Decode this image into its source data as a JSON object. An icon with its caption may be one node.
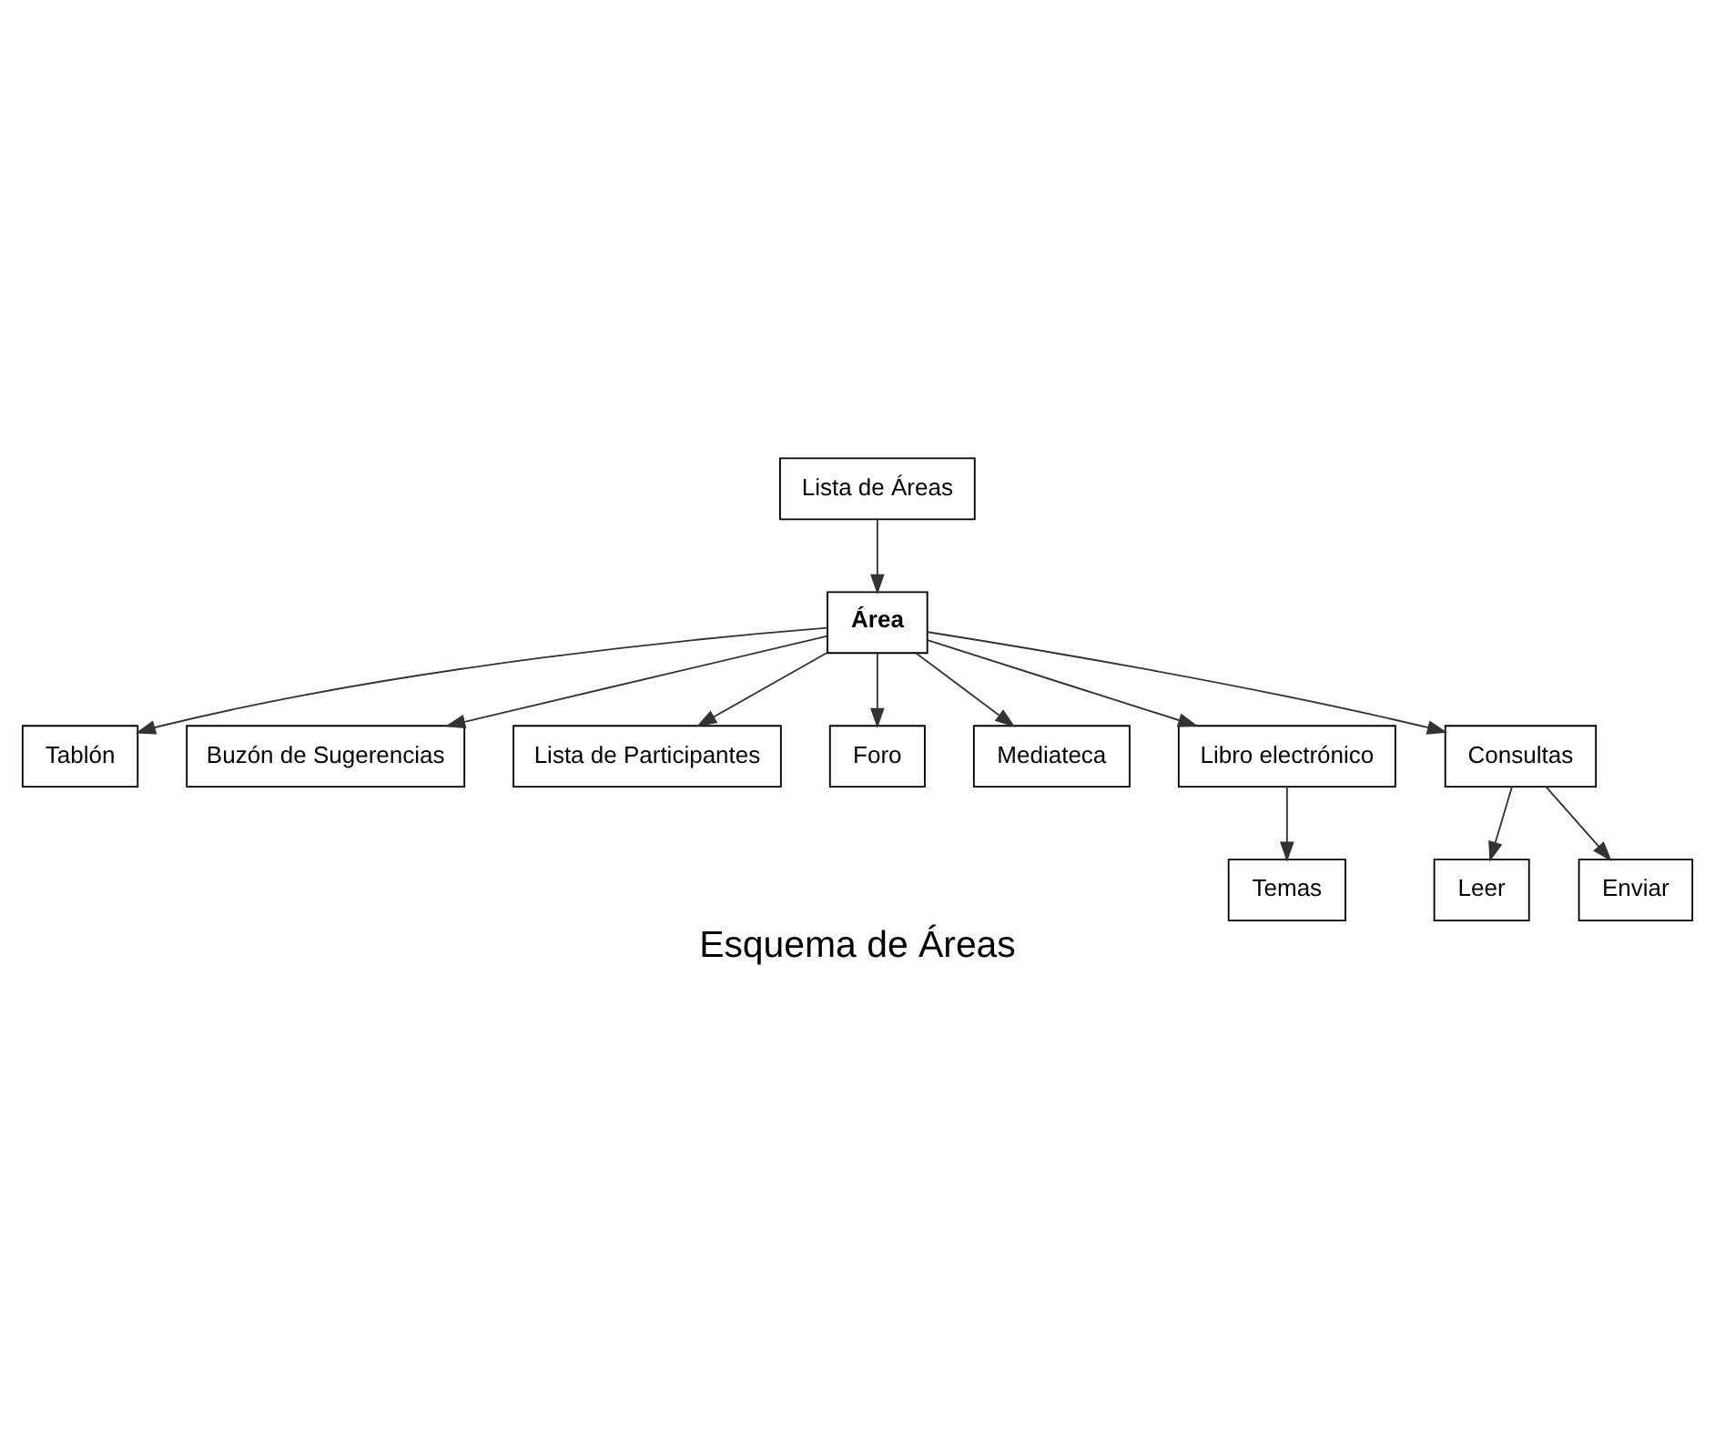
{
  "diagram": {
    "caption": "Esquema de Áreas",
    "nodes": [
      {
        "text": [
          "Lista de Áreas"
        ]
      },
      {
        "text": [
          "Tablón"
        ]
      },
      {
        "text": [
          "Buzón de Sugerencias"
        ]
      },
      {
        "text": [
          "Lista de Participantes"
        ]
      },
      {
        "text": [
          "Área"
        ]
      },
      {
        "text": [
          "Foro"
        ]
      },
      {
        "text": [
          "Mediateca"
        ]
      },
      {
        "text": [
          "Libro electrónico"
        ]
      },
      {
        "text": [
          "Consultas"
        ]
      },
      {
        "text": [
          "Temas"
        ]
      },
      {
        "text": [
          "Leer"
        ]
      },
      {
        "text": [
          "Enviar"
        ]
      }
    ],
    "edges": [
      {
        "from": 0,
        "to": 4,
        "arrow": "to"
      },
      {
        "from": 4,
        "to": 1,
        "arrow": "to"
      },
      {
        "from": 4,
        "to": 2,
        "arrow": "to"
      },
      {
        "from": 4,
        "to": 3,
        "arrow": "to"
      },
      {
        "from": 4,
        "to": 5,
        "arrow": "to"
      },
      {
        "from": 4,
        "to": 6,
        "arrow": "to"
      },
      {
        "from": 4,
        "to": 7,
        "arrow": "to"
      },
      {
        "from": 4,
        "to": 8,
        "arrow": "to"
      },
      {
        "from": 7,
        "to": 9,
        "arrow": "to"
      },
      {
        "from": 8,
        "to": 10,
        "arrow": "to"
      },
      {
        "from": 8,
        "to": 11,
        "arrow": "to"
      }
    ]
  }
}
